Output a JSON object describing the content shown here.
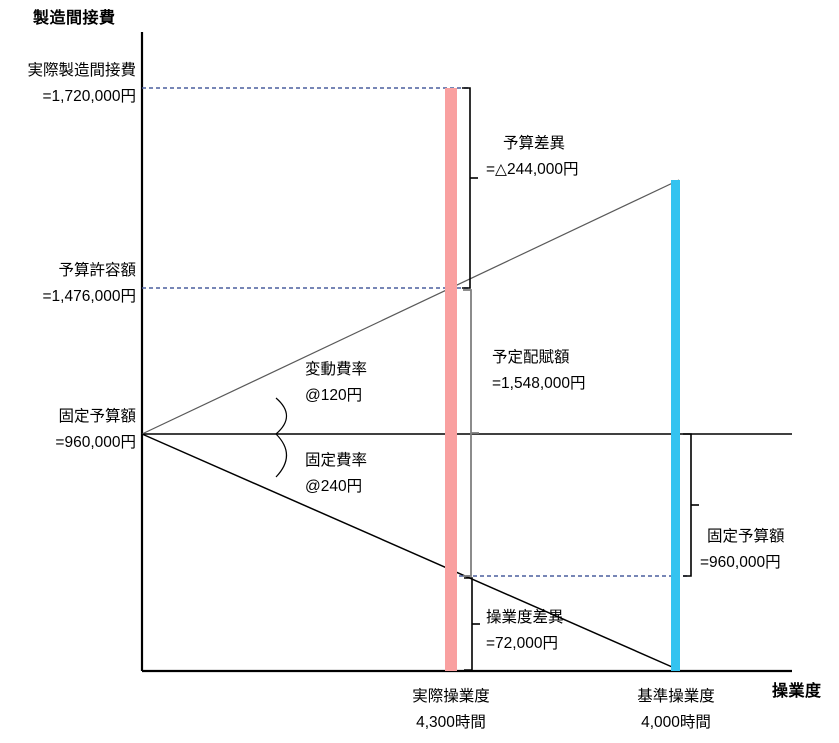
{
  "chart_data": {
    "type": "line",
    "title": "製造間接費",
    "xlabel": "操業度",
    "ylabel": "製造間接費",
    "grid": false,
    "legend": null,
    "xlim": [
      0,
      4650
    ],
    "ylim": [
      0,
      1900000
    ],
    "x_ticks": [
      {
        "label": "実際操業度",
        "value": "4,300時間",
        "x": 4300
      },
      {
        "label": "基準操業度",
        "value": "4,000時間",
        "x": 4000
      }
    ],
    "y_markers": [
      {
        "label": "実際製造間接費",
        "value": "=1,720,000円",
        "y": 1720000
      },
      {
        "label": "予算許容額",
        "value": "=1,476,000円",
        "y": 1476000
      },
      {
        "label": "固定予算額",
        "value": "=960,000円",
        "y": 960000
      }
    ],
    "series": [
      {
        "name": "変動費率 @120円",
        "type": "line",
        "from": [
          0,
          960000
        ],
        "to": [
          4650,
          1518000
        ]
      },
      {
        "name": "固定費率 @240円",
        "type": "line",
        "from": [
          0,
          960000
        ],
        "to": [
          4650,
          0
        ]
      },
      {
        "name": "固定予算額",
        "type": "hline",
        "y": 960000
      }
    ],
    "annotations": [
      {
        "name": "予算差異",
        "value": "=△244,000円"
      },
      {
        "name": "予定配賦額",
        "value": "=1,548,000円"
      },
      {
        "name": "固定予算額",
        "value": "=960,000円"
      },
      {
        "name": "操業度差異",
        "value": "=72,000円"
      },
      {
        "name": "変動費率",
        "value": "@120円"
      },
      {
        "name": "固定費率",
        "value": "@240円"
      }
    ]
  },
  "title": "製造間接費",
  "axis": {
    "x_title": "操業度"
  },
  "left_labels": {
    "actual_overhead": {
      "line1": "実際製造間接費",
      "line2": "=1,720,000円"
    },
    "budget_allowance": {
      "line1": "予算許容額",
      "line2": "=1,476,000円"
    },
    "fixed_budget": {
      "line1": "固定予算額",
      "line2": "=960,000円"
    }
  },
  "inner_labels": {
    "variable_rate": {
      "line1": "変動費率",
      "line2": "@120円"
    },
    "fixed_rate": {
      "line1": "固定費率",
      "line2": "@240円"
    }
  },
  "right_labels": {
    "budget_variance": {
      "line1": "予算差異",
      "line2": "=△244,000円"
    },
    "applied_overhead": {
      "line1": "予定配賦額",
      "line2": "=1,548,000円"
    },
    "fixed_budget_right": {
      "line1": "固定予算額",
      "line2": "=960,000円"
    },
    "volume_variance": {
      "line1": "操業度差異",
      "line2": "=72,000円"
    }
  },
  "x_axis_labels": {
    "actual_capacity": {
      "line1": "実際操業度",
      "line2": "4,300時間"
    },
    "standard_capacity": {
      "line1": "基準操業度",
      "line2": "4,000時間"
    }
  },
  "colors": {
    "actual_bar": "#f9a0a0",
    "standard_bar": "#34c3f0",
    "dotted_line": "#4a5f9e",
    "bracket_gray": "#7f7f7f",
    "axis": "#000000"
  }
}
